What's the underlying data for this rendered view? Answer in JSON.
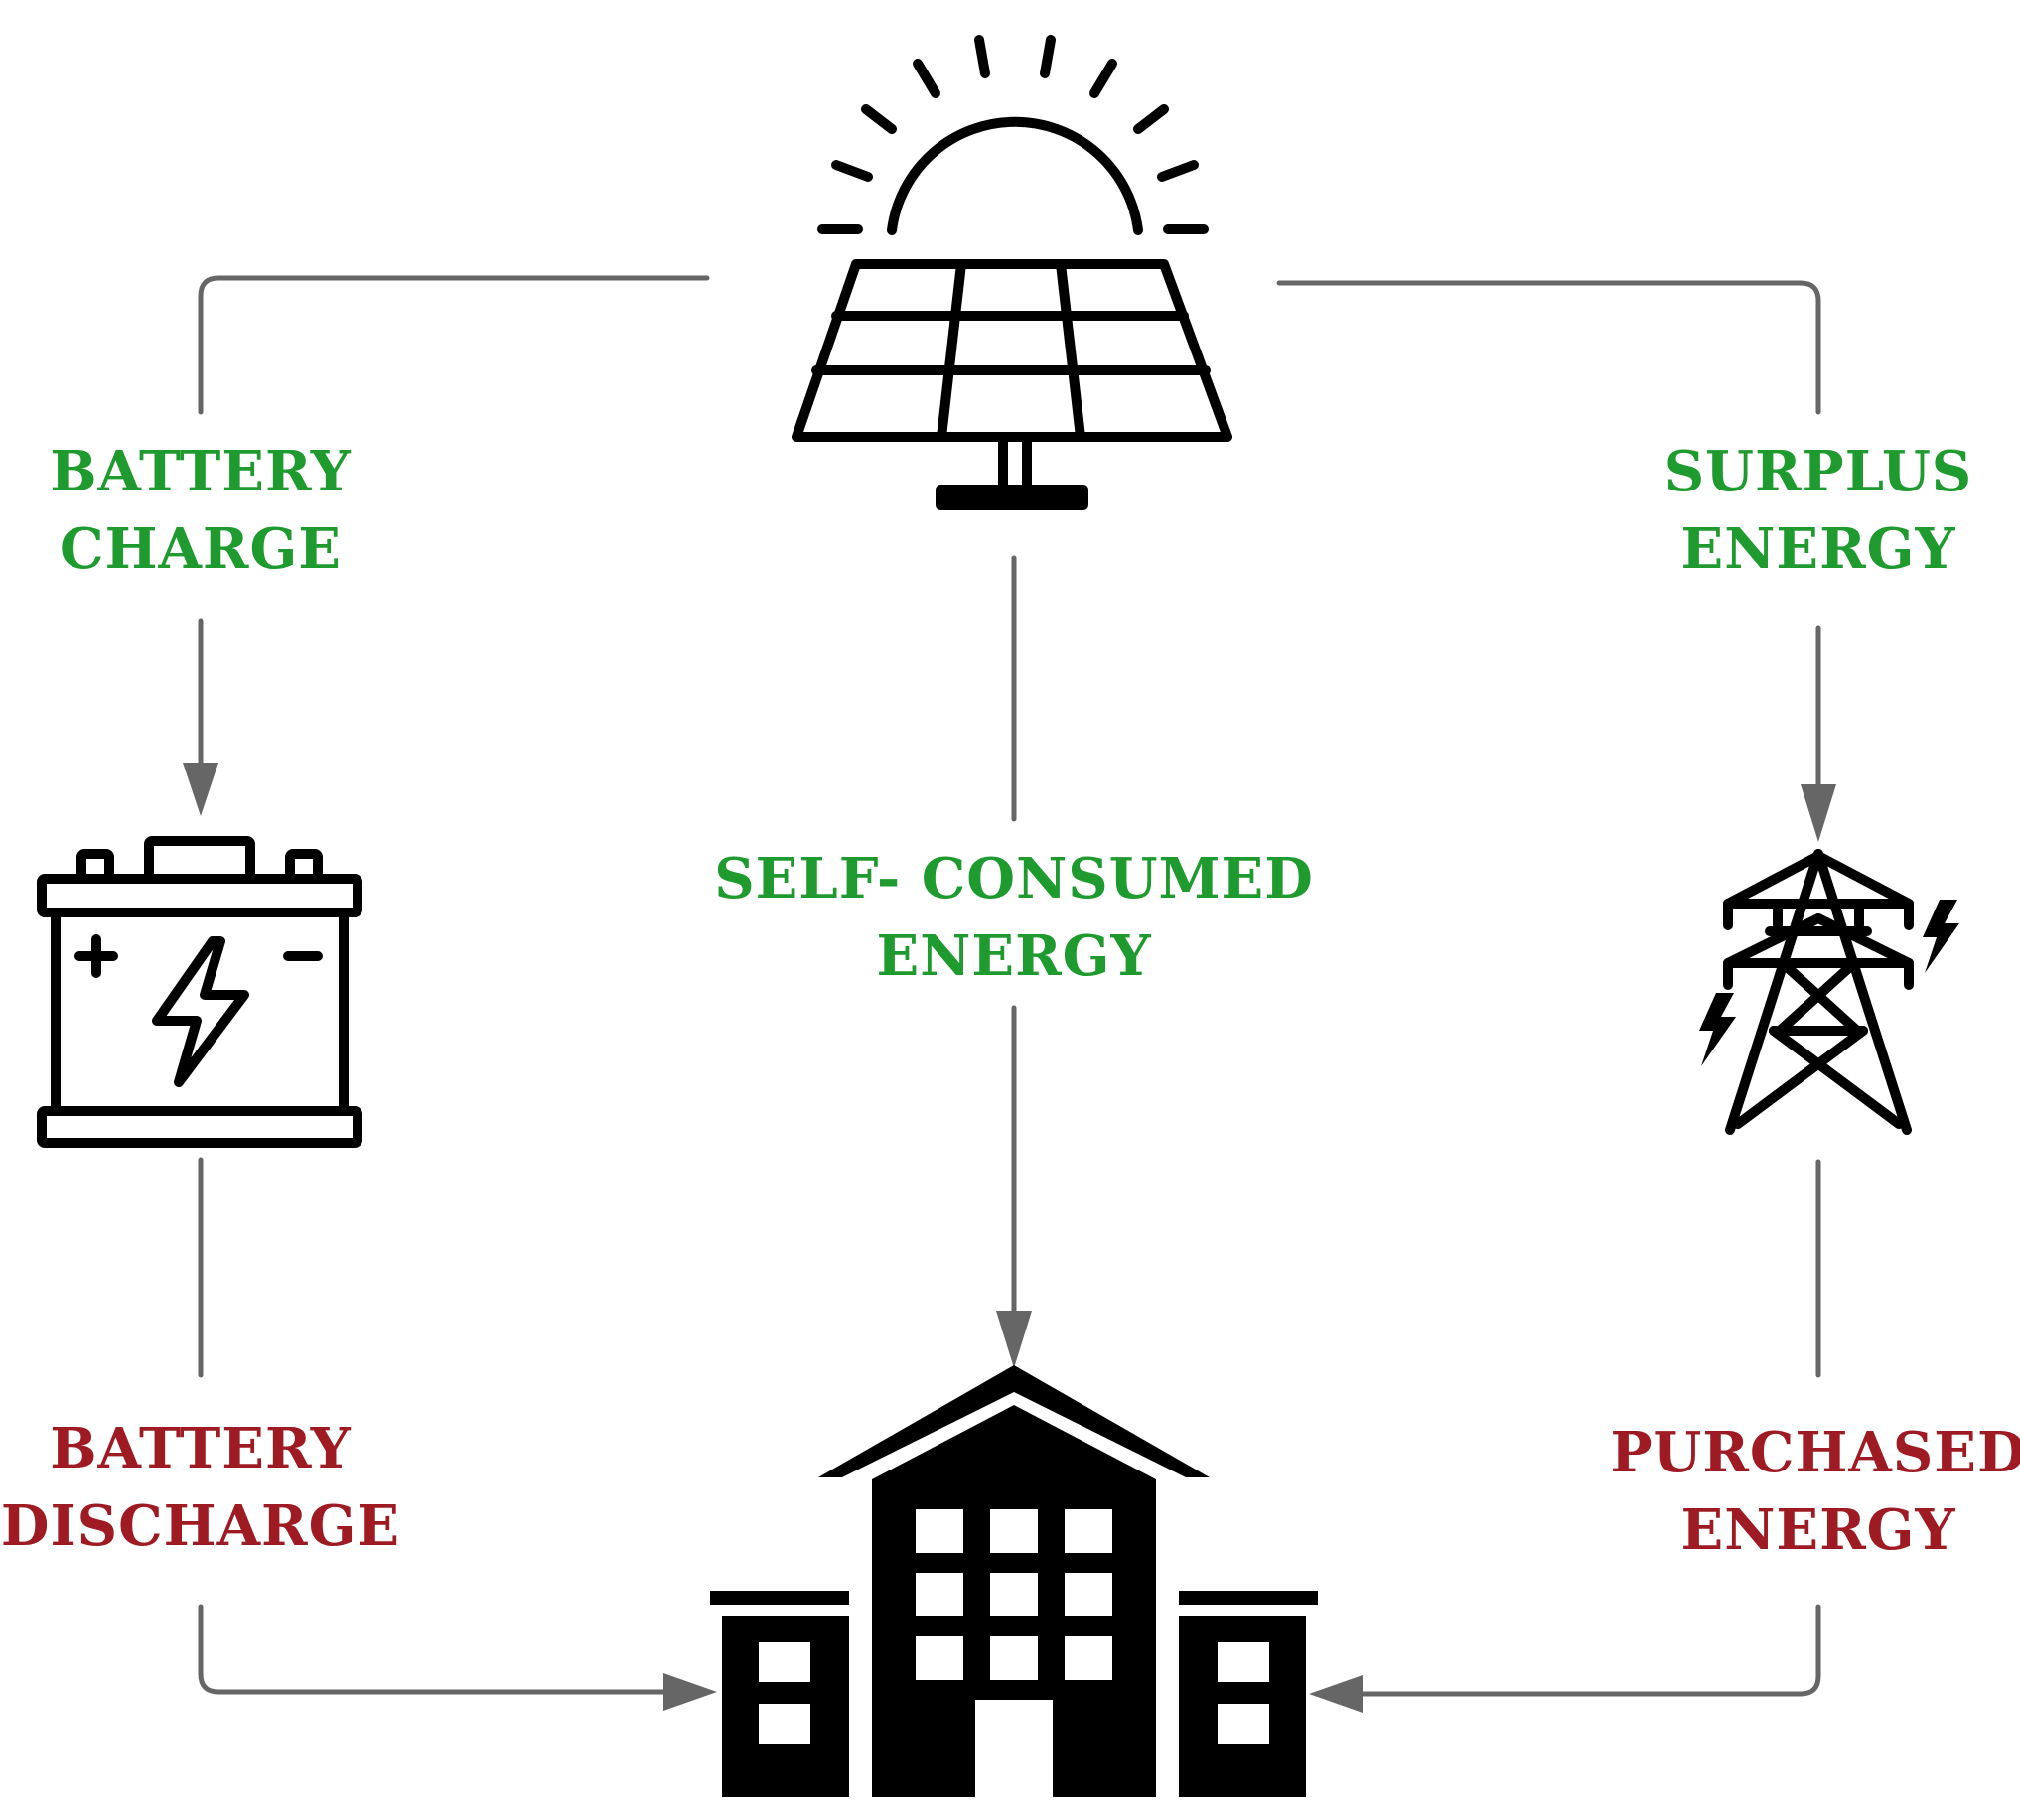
{
  "labels": {
    "battery_charge": [
      "BATTERY",
      "CHARGE"
    ],
    "surplus_energy": [
      "SURPLUS",
      "ENERGY"
    ],
    "self_consumed": [
      "SELF- CONSUMED",
      "ENERGY"
    ],
    "battery_discharge": [
      "BATTERY",
      "DISCHARGE"
    ],
    "purchased_energy": [
      "PURCHASED",
      "ENERGY"
    ]
  },
  "colors": {
    "green": "#1e9a2f",
    "red": "#9e1b23",
    "connector": "#666666",
    "icon": "#000000"
  },
  "icons": {
    "source": "solar-panel-icon",
    "storage": "battery-icon",
    "grid": "power-tower-icon",
    "consumer": "building-icon"
  }
}
